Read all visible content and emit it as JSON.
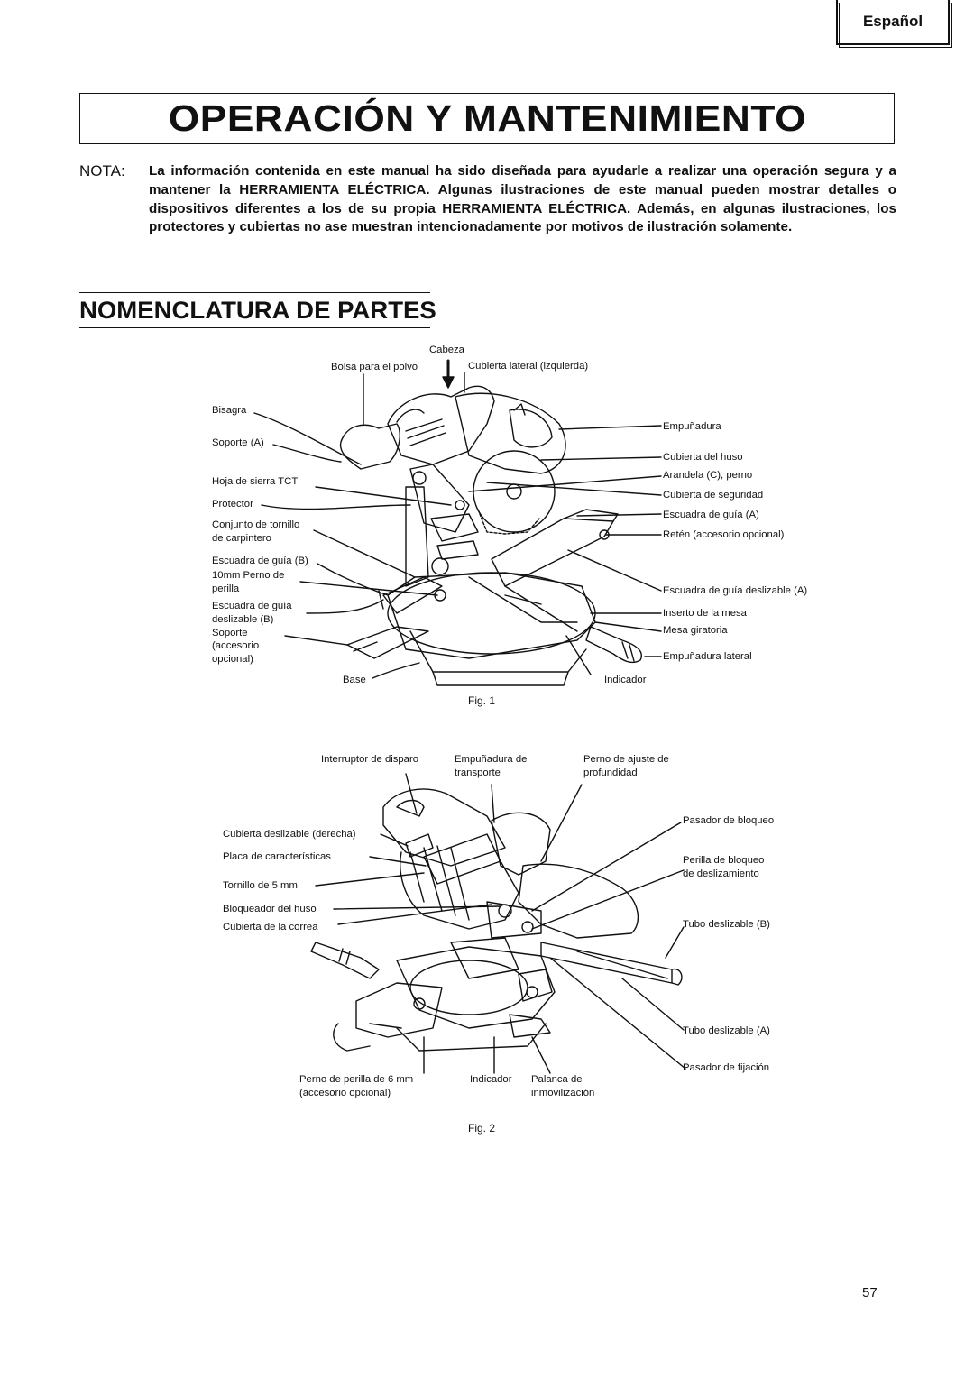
{
  "header": {
    "language_tab": "Español"
  },
  "title": "OPERACIÓN Y MANTENIMIENTO",
  "note": {
    "label": "NOTA:",
    "text": "La información contenida en este manual ha sido diseñada para ayudarle a realizar una operación segura y a mantener la HERRAMIENTA ELÉCTRICA. Algunas ilustraciones de este manual pueden mostrar detalles o dispositivos diferentes a los de su propia HERRAMIENTA ELÉCTRICA. Además, en algunas ilustraciones, los protectores y cubiertas no ase muestran intencionadamente por motivos de ilustración solamente."
  },
  "section_title": "NOMENCLATURA DE PARTES",
  "fig1": {
    "caption": "Fig. 1",
    "labels": {
      "cabeza": "Cabeza",
      "bolsa": "Bolsa para el polvo",
      "cubierta_lateral": "Cubierta lateral (izquierda)",
      "bisagra": "Bisagra",
      "soporte_a": "Soporte (A)",
      "hoja": "Hoja de sierra TCT",
      "protector": "Protector",
      "conjunto_1": "Conjunto de tornillo",
      "conjunto_2": "de carpintero",
      "escuadra_b": "Escuadra de guía (B)",
      "perno_1": "10mm Perno de",
      "perno_2": "perilla",
      "escuadra_desl_b_1": "Escuadra de guía",
      "escuadra_desl_b_2": "deslizable (B)",
      "soporte_opc_1": "Soporte",
      "soporte_opc_2": "(accesorio",
      "soporte_opc_3": "opcional)",
      "base": "Base",
      "empunadura": "Empuñadura",
      "cubierta_huso": "Cubierta del huso",
      "arandela": "Arandela (C), perno",
      "cubierta_seg": "Cubierta de seguridad",
      "escuadra_a": "Escuadra de guía (A)",
      "reten": "Retén (accesorio opcional)",
      "escuadra_desl_a": "Escuadra de guía deslizable (A)",
      "inserto": "Inserto de la mesa",
      "mesa": "Mesa giratoria",
      "empunadura_lat": "Empuñadura lateral",
      "indicador": "Indicador"
    }
  },
  "fig2": {
    "caption": "Fig. 2",
    "labels": {
      "interruptor": "Interruptor de disparo",
      "empunadura_t1": "Empuñadura de",
      "empunadura_t2": "transporte",
      "perno_ajuste_1": "Perno de ajuste de",
      "perno_ajuste_2": "profundidad",
      "cubierta_desl": "Cubierta deslizable (derecha)",
      "placa": "Placa de características",
      "tornillo": "Tornillo de 5 mm",
      "bloqueador": "Bloqueador del huso",
      "correa": "Cubierta de la correa",
      "pasador_bloqueo": "Pasador de bloqueo",
      "perilla_bloqueo_1": "Perilla de bloqueo",
      "perilla_bloqueo_2": "de deslizamiento",
      "tubo_b": "Tubo deslizable (B)",
      "tubo_a": "Tubo deslizable (A)",
      "pasador_fijacion": "Pasador de fijación",
      "perno_perilla_1": "Perno de perilla de 6 mm",
      "perno_perilla_2": "(accesorio opcional)",
      "indicador": "Indicador",
      "palanca_1": "Palanca de",
      "palanca_2": "inmovilización"
    }
  },
  "page_number": "57"
}
